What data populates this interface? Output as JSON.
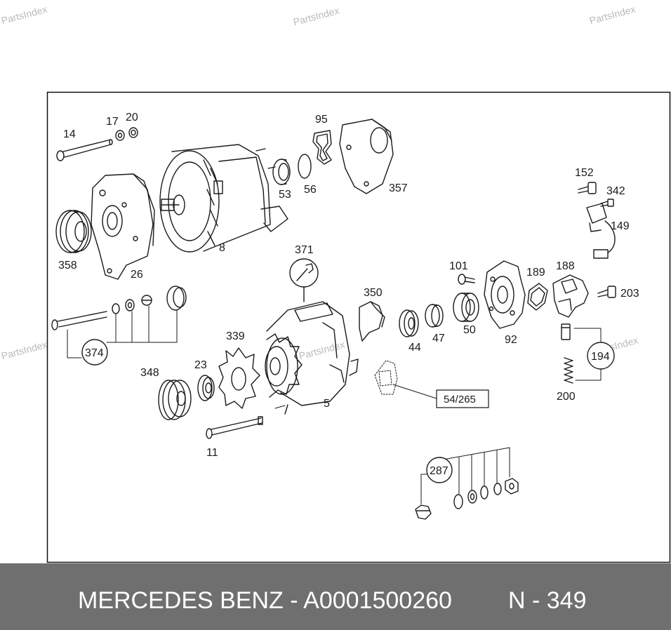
{
  "watermark": "PartsIndex",
  "callouts": {
    "c14": "14",
    "c17": "17",
    "c20": "20",
    "c95": "95",
    "c8": "8",
    "c53": "53",
    "c56": "56",
    "c357": "357",
    "c358": "358",
    "c26": "26",
    "c152": "152",
    "c342": "342",
    "c149": "149",
    "c371": "371",
    "c101": "101",
    "c189": "189",
    "c188": "188",
    "c203": "203",
    "c350": "350",
    "c44": "44",
    "c47": "47",
    "c50": "50",
    "c92": "92",
    "c374": "374",
    "c339": "339",
    "c348": "348",
    "c23": "23",
    "c5": "5",
    "c194": "194",
    "c200": "200",
    "c11": "11",
    "c54_265": "54/265",
    "c287": "287"
  },
  "footer": {
    "brand_part": "MERCEDES BENZ - A0001500260",
    "page_ref": "N - 349"
  }
}
